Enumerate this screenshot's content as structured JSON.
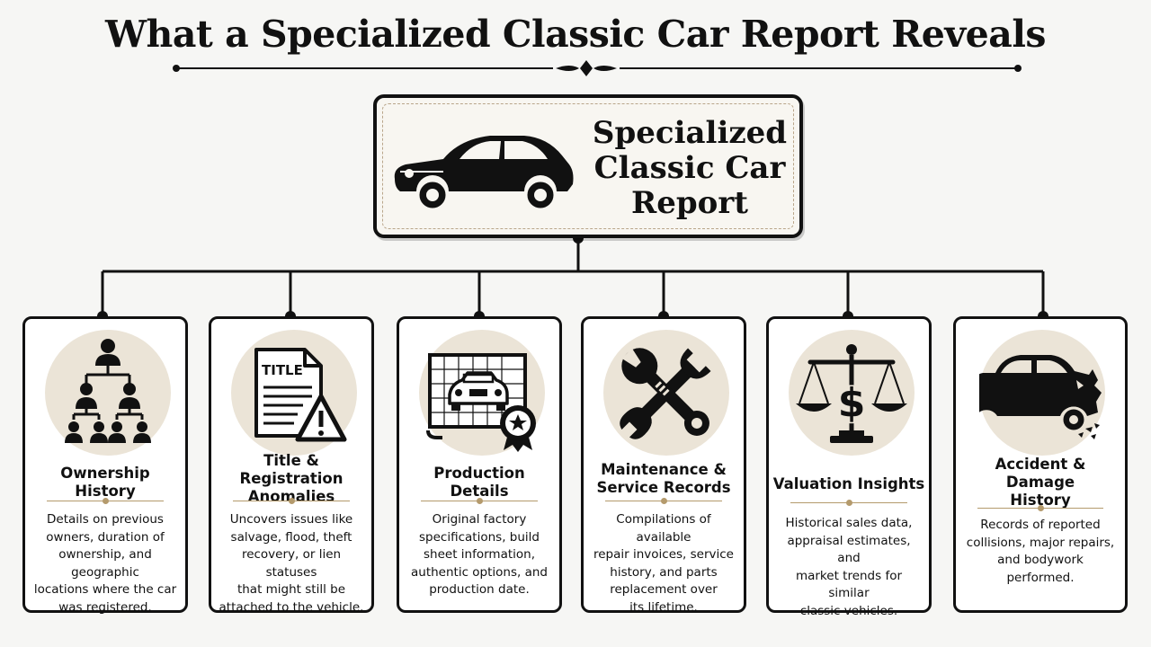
{
  "title": "What a Specialized Classic Car Report Reveals",
  "hub": {
    "title_line1": "Specialized",
    "title_line2": "Classic Car",
    "title_line3": "Report",
    "icon": "classic-car-icon"
  },
  "colors": {
    "ink": "#111111",
    "accent_gold": "#b49a6c",
    "icon_circle": "#ebe4d7",
    "background": "#f6f6f4"
  },
  "cards": [
    {
      "title_lines": [
        "Ownership History"
      ],
      "desc_lines": [
        "Details on previous",
        "owners, duration of",
        "ownership, and geographic",
        "locations where the car",
        "was registered."
      ],
      "icon": "ownership-tree-icon"
    },
    {
      "title_lines": [
        "Title & Registration",
        "Anomalies"
      ],
      "desc_lines": [
        "Uncovers issues like",
        "salvage, flood, theft",
        "recovery, or lien statuses",
        "that might still be",
        "attached to the vehicle."
      ],
      "icon": "title-document-warning-icon",
      "icon_text": "TITLE"
    },
    {
      "title_lines": [
        "Production Details"
      ],
      "desc_lines": [
        "Original factory",
        "specifications, build",
        "sheet information,",
        "authentic options, and",
        "production date."
      ],
      "icon": "blueprint-car-badge-icon"
    },
    {
      "title_lines": [
        "Maintenance &",
        "Service Records"
      ],
      "desc_lines": [
        "Compilations of available",
        "repair invoices, service",
        "history, and parts",
        "replacement over",
        "its lifetime."
      ],
      "icon": "wrench-tools-icon"
    },
    {
      "title_lines": [
        "Valuation Insights"
      ],
      "desc_lines": [
        "Historical sales data,",
        "appraisal estimates, and",
        "market trends for similar",
        "classic vehicles."
      ],
      "icon": "scales-dollar-icon"
    },
    {
      "title_lines": [
        "Accident & Damage",
        "History"
      ],
      "desc_lines": [
        "Records of reported",
        "collisions, major repairs,",
        "and bodywork",
        "performed."
      ],
      "icon": "crashed-car-icon"
    }
  ]
}
